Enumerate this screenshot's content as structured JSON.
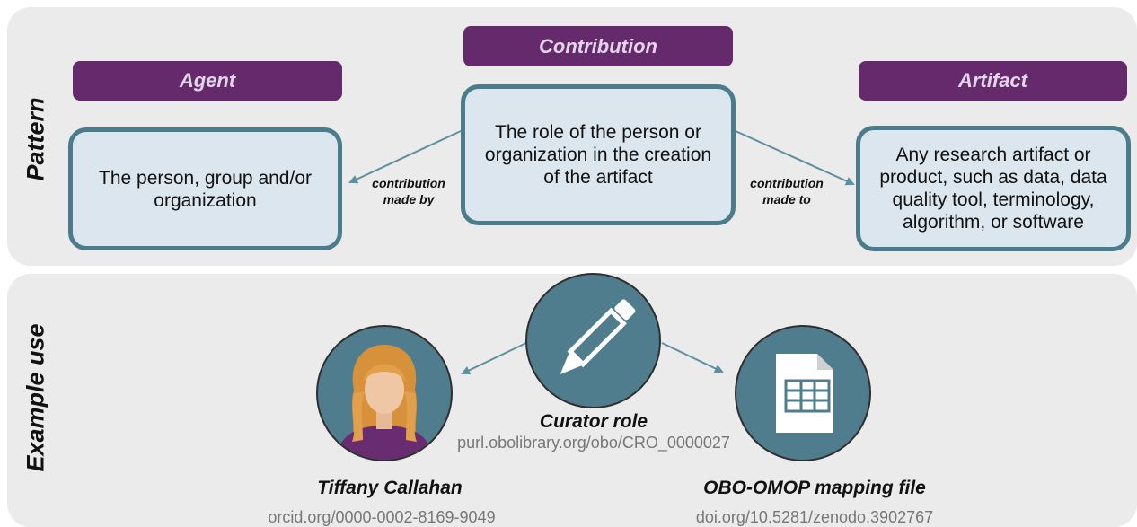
{
  "pattern": {
    "section_label": "Pattern",
    "agent": {
      "header": "Agent",
      "description": "The person, group and/or organization"
    },
    "contribution": {
      "header": "Contribution",
      "description": "The role of the person or organization in the creation of the artifact"
    },
    "artifact": {
      "header": "Artifact",
      "description": "Any research artifact or product, such as data, data quality tool, terminology, algorithm, or software"
    },
    "relations": {
      "made_by": [
        "contribution",
        "made by"
      ],
      "made_to": [
        "contribution",
        "made to"
      ]
    }
  },
  "example": {
    "section_label": "Example use",
    "role": {
      "title": "Curator role",
      "uri": "purl.obolibrary.org/obo/CRO_0000027",
      "icon": "pencil-icon"
    },
    "agent": {
      "name": "Tiffany Callahan",
      "uri": "orcid.org/0000-0002-8169-9049",
      "icon": "person-avatar-icon"
    },
    "artifact": {
      "name": "OBO-OMOP mapping file",
      "uri": "doi.org/10.5281/zenodo.3902767",
      "icon": "spreadsheet-file-icon"
    }
  },
  "colors": {
    "header_purple": "#642a6b",
    "box_border_teal": "#4a7c8c",
    "box_fill": "#dce6ee",
    "circle_teal": "#4f7d8d",
    "panel_gray": "#ebebeb",
    "arrow": "#5c8fa0"
  }
}
